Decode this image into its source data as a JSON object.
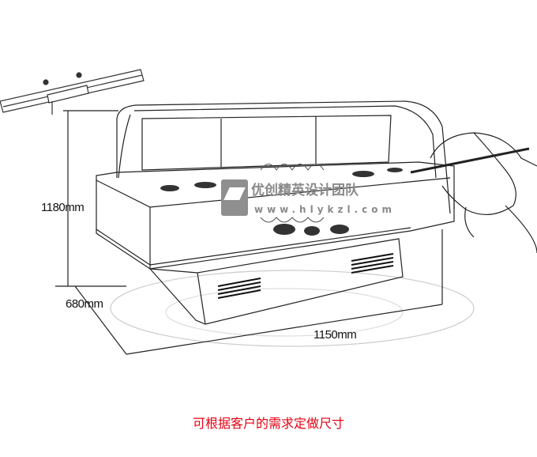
{
  "dimensions": {
    "height": "1180mm",
    "depth": "680mm",
    "width": "1150mm"
  },
  "watermark": {
    "name": "优创精英设计团队",
    "url": "www.hlykzl.com"
  },
  "caption": "可根据客户的需求定做尺寸",
  "colors": {
    "caption": "#e60012",
    "watermark": "#8a8a8a",
    "line": "#222222"
  }
}
